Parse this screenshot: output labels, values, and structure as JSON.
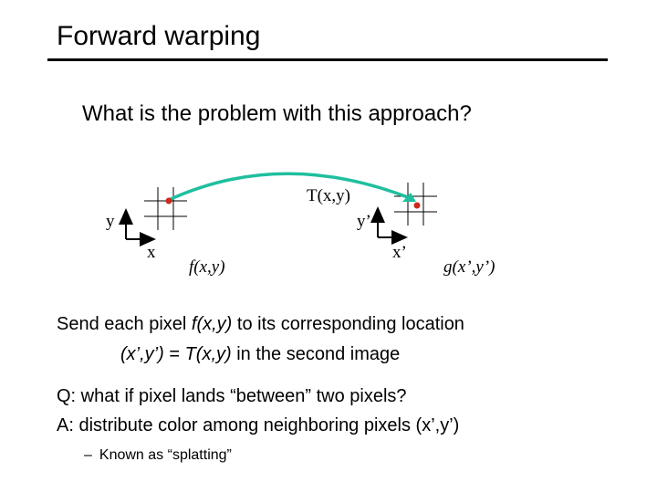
{
  "slide": {
    "title": "Forward warping",
    "question": "What is the problem with this approach?"
  },
  "diagram": {
    "transform_label": "T(x,y)",
    "source_axis_y": "y",
    "source_axis_x": "x",
    "source_image_label": "f(x,y)",
    "target_axis_y": "y’",
    "target_axis_x": "x’",
    "target_image_label": "g(x’,y’)",
    "arrow_color": "#1fbf9f",
    "point_color": "#cc2a1c"
  },
  "text": {
    "line1_pre": "Send each pixel ",
    "line1_f": "f",
    "line1_xy": "(x,y)",
    "line1_post": " to its corresponding location",
    "line2_xy": "(x’,y’)",
    "line2_mid": " = ",
    "line2_T": "T",
    "line2_Txy": "(x,y)",
    "line2_post": " in the second image",
    "q_line": "Q:  what if pixel lands “between” two pixels?",
    "a_line": "A:  distribute color among neighboring pixels (x’,y’)",
    "sub_dash": "–",
    "sub_line": "Known as “splatting”"
  }
}
